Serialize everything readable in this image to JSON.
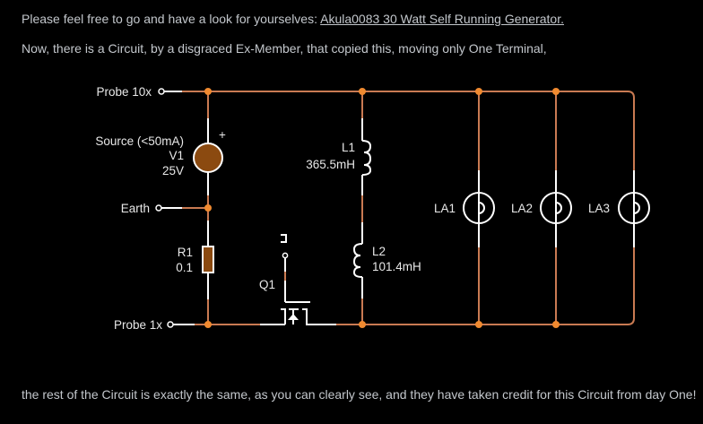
{
  "post": {
    "line1_prefix": "Please feel free to go and have a look for yourselves: ",
    "line1_link": "Akula0083 30 Watt Self Running Generator.",
    "line2": "Now, there is a Circuit, by a disgraced Ex-Member, that copied this, moving only One Terminal,",
    "line3": "the rest of the Circuit is exactly the same, as you can clearly see, and they have taken credit for this Circuit from day One!"
  },
  "diagram": {
    "colors": {
      "wire": "#c97a52",
      "component": "#ffffff",
      "junction": "#f08a30",
      "fill": "#8b4a10",
      "background": "#000000"
    },
    "terminals": {
      "probe10x": "Probe 10x",
      "earth": "Earth",
      "probe1x": "Probe 1x"
    },
    "source": {
      "title": "Source (<50mA)",
      "name": "V1",
      "value": "25V",
      "polarity": "+"
    },
    "resistor": {
      "name": "R1",
      "value": "0.1"
    },
    "transistor": {
      "name": "Q1"
    },
    "inductors": [
      {
        "name": "L1",
        "value": "365.5mH"
      },
      {
        "name": "L2",
        "value": "101.4mH"
      }
    ],
    "lamps": [
      {
        "name": "LA1"
      },
      {
        "name": "LA2"
      },
      {
        "name": "LA3"
      }
    ]
  }
}
